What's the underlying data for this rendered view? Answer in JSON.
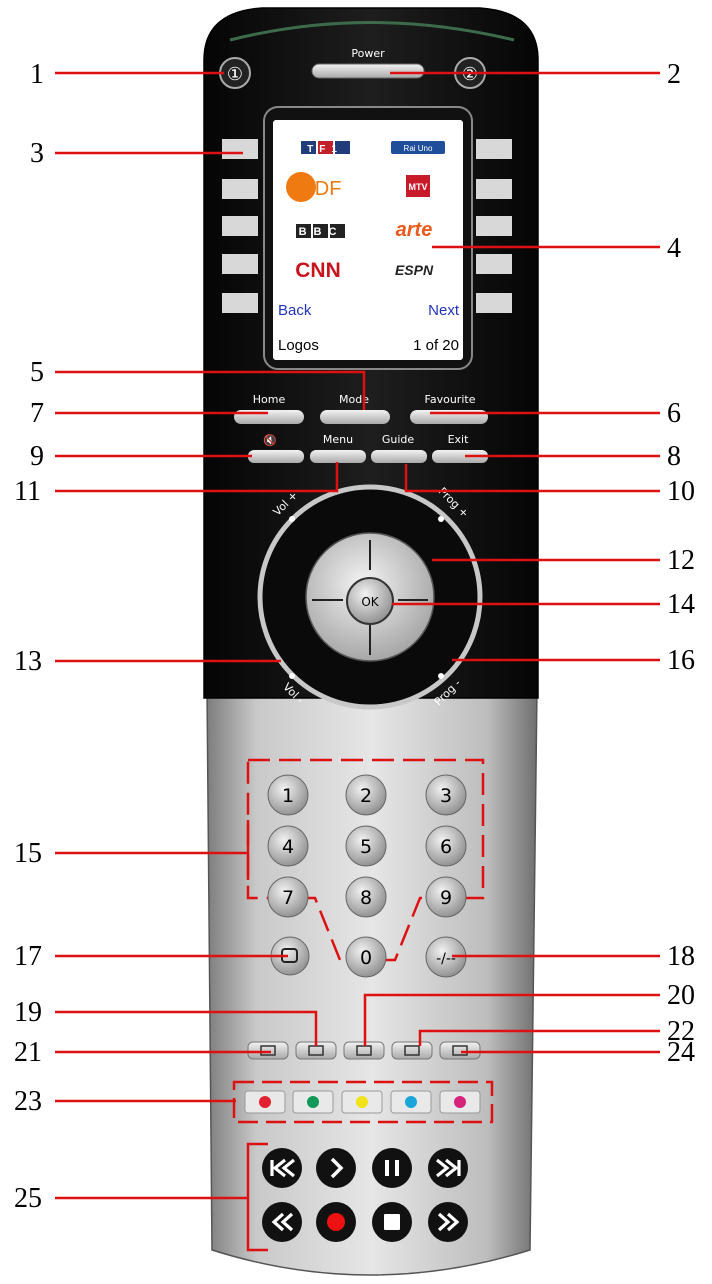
{
  "remote": {
    "top_buttons": {
      "left": "①",
      "right": "②",
      "power": "Power"
    },
    "screen": {
      "logos": [
        "TF1",
        "Rai Uno",
        "ZDF",
        "MTV",
        "BBC",
        "arte",
        "CNN",
        "ESPN"
      ],
      "back": "Back",
      "next": "Next",
      "title": "Logos",
      "page": "1 of 20"
    },
    "row1": [
      "Home",
      "Mode",
      "Favourite"
    ],
    "row2": [
      "🔇",
      "Menu",
      "Guide",
      "Exit"
    ],
    "ring": {
      "vol_plus": "Vol +",
      "vol_minus": "Vol -",
      "prog_plus": "Prog +",
      "prog_minus": "Prog -",
      "ok": "OK"
    },
    "keypad": [
      "1",
      "2",
      "3",
      "4",
      "5",
      "6",
      "7",
      "8",
      "9"
    ],
    "zero": "0",
    "dash": "-/--",
    "colors": [
      "#e32230",
      "#11995a",
      "#f2e21a",
      "#1aa6d9",
      "#d6237c"
    ],
    "transport": [
      "previous",
      "play",
      "pause",
      "next",
      "rewind",
      "record",
      "stop",
      "fast-forward"
    ]
  },
  "callouts": [
    "1",
    "2",
    "3",
    "4",
    "5",
    "6",
    "7",
    "8",
    "9",
    "10",
    "11",
    "12",
    "13",
    "14",
    "15",
    "16",
    "17",
    "18",
    "19",
    "20",
    "21",
    "22",
    "23",
    "24",
    "25"
  ]
}
